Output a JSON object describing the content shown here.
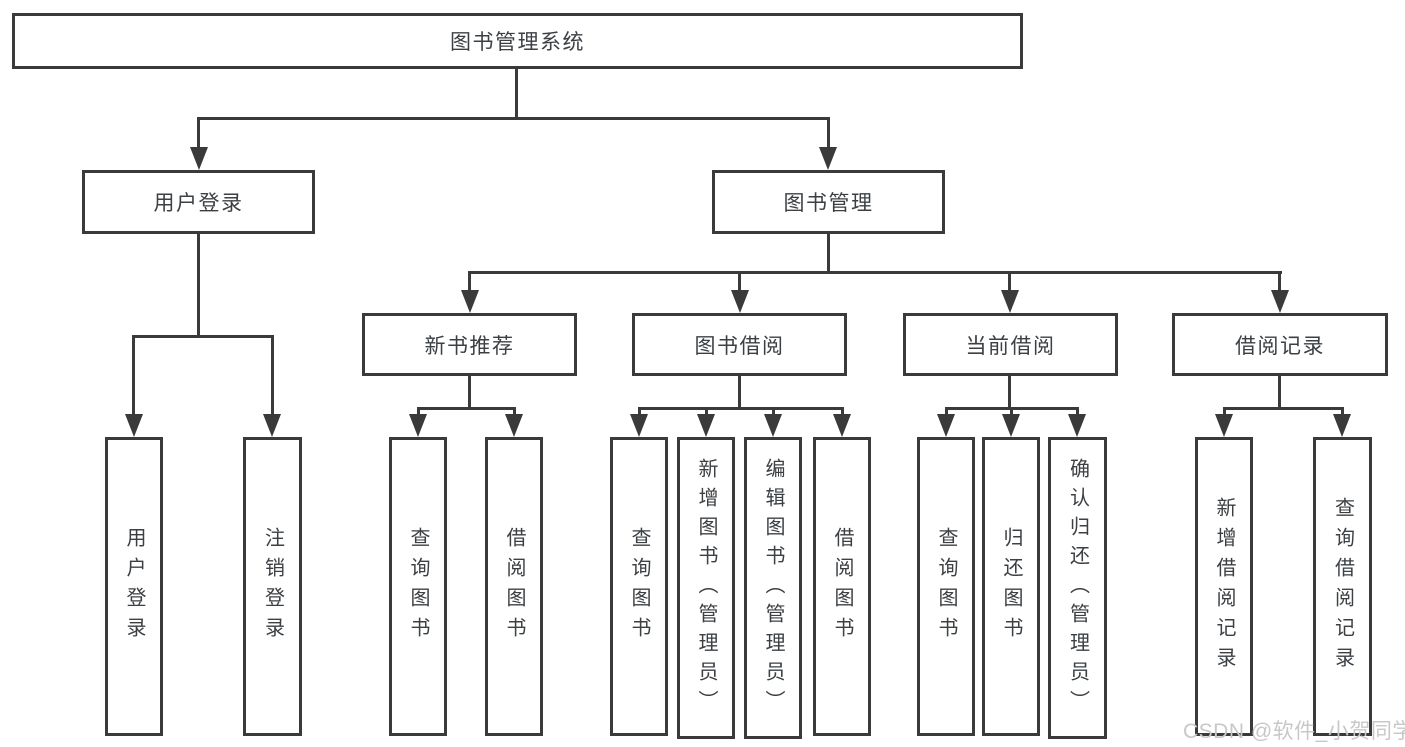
{
  "diagram": {
    "root": "图书管理系统",
    "level2": [
      "用户登录",
      "图书管理"
    ],
    "level3": [
      "新书推荐",
      "图书借阅",
      "当前借阅",
      "借阅记录"
    ],
    "leaves": {
      "user_login": [
        "用户登录",
        "注销登录"
      ],
      "new_book_recommend": [
        "查询图书",
        "借阅图书"
      ],
      "book_borrow": [
        "查询图书",
        "新增图书（管理员）",
        "编辑图书（管理员）",
        "借阅图书"
      ],
      "current_borrow": [
        "查询图书",
        "归还图书",
        "确认归还（管理员）"
      ],
      "borrow_records": [
        "新增借阅记录",
        "查询借阅记录"
      ]
    }
  },
  "watermark": "CSDN @软件_小贺同学",
  "colors": {
    "line": "#3a3a3a",
    "text": "#3c4043",
    "watermark": "#c8c8c8",
    "background": "#ffffff"
  }
}
